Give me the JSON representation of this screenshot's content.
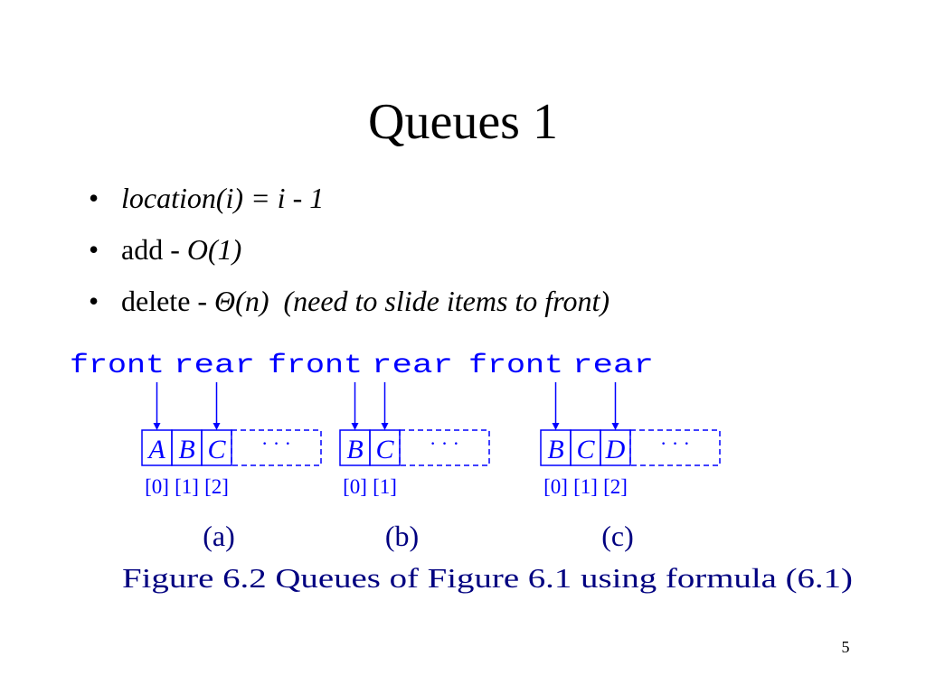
{
  "slide": {
    "title": "Queues 1",
    "page_number": "5"
  },
  "bullets": [
    {
      "parts": [
        {
          "text": "location(i) = i - 1",
          "italic": true
        }
      ]
    },
    {
      "parts": [
        {
          "text": "add - ",
          "italic": false
        },
        {
          "text": "O(1)",
          "italic": true
        }
      ]
    },
    {
      "parts": [
        {
          "text": "delete - ",
          "italic": false
        },
        {
          "text": "Θ(n)",
          "italic": true
        },
        {
          "text": "  ",
          "italic": false
        },
        {
          "text": "(need to slide items to front)",
          "italic": true
        }
      ]
    }
  ],
  "figure": {
    "colors": {
      "blue": "#0000ff",
      "caption": "#000080"
    },
    "panels": [
      {
        "front_label": "front",
        "rear_label": "rear",
        "cells": [
          "A",
          "B",
          "C"
        ],
        "indices": [
          "[0]",
          "[1]",
          "[2]"
        ],
        "ellipsis": "· · ·",
        "front_index": 0,
        "rear_index": 2,
        "panel_label": "(a)"
      },
      {
        "front_label": "front",
        "rear_label": "rear",
        "cells": [
          "B",
          "C"
        ],
        "indices": [
          "[0]",
          "[1]"
        ],
        "ellipsis": "· · ·",
        "front_index": 0,
        "rear_index": 1,
        "panel_label": "(b)"
      },
      {
        "front_label": "front",
        "rear_label": "rear",
        "cells": [
          "B",
          "C",
          "D"
        ],
        "indices": [
          "[0]",
          "[1]",
          "[2]"
        ],
        "ellipsis": "· · ·",
        "front_index": 0,
        "rear_index": 2,
        "panel_label": "(c)"
      }
    ],
    "caption": "Figure 6.2 Queues of Figure 6.1  using formula (6.1)"
  }
}
